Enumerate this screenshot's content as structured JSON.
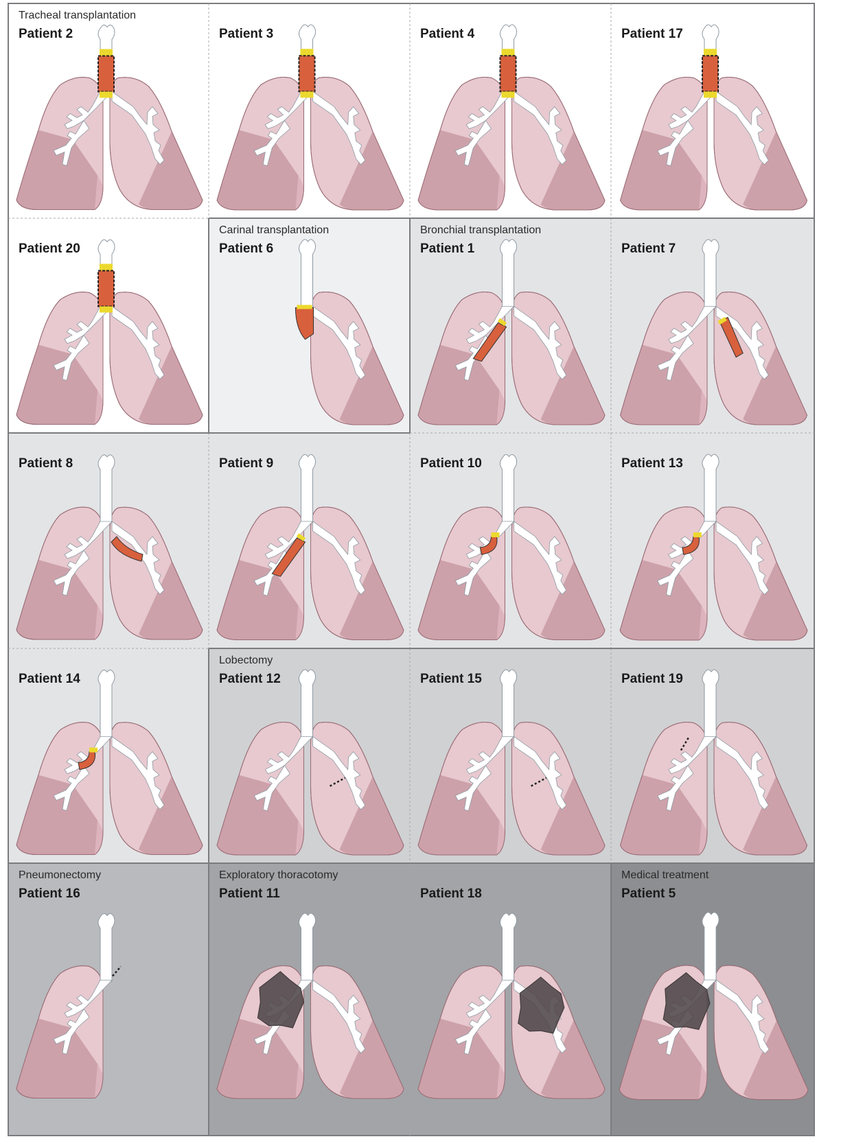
{
  "colors": {
    "background_tracheal": "#ffffff",
    "background_carinal": "#eff0f2",
    "background_bronchial": "#e3e4e6",
    "background_lobectomy": "#d0d1d3",
    "background_pneumonectomy": "#b8babd",
    "background_thoracotomy": "#a2a4a7",
    "background_medical": "#8c8e91",
    "lung_upper": "#e7c9cf",
    "lung_middle": "#ddb4bd",
    "lung_lower": "#cda1aa",
    "lung_outline": "#9a6c76",
    "airway": "#ffffff",
    "graft": "#d8603d",
    "anastomosis": "#ecd92e",
    "tumor": "#4f4649",
    "stapler_line": "#222222",
    "divider_solid": "#7a7c80",
    "divider_dashed": "#a8a8a8"
  },
  "panels": [
    {
      "group": "Tracheal transplantation",
      "patient": "Patient 2",
      "procedure": "tracheal"
    },
    {
      "group": "",
      "patient": "Patient 3",
      "procedure": "tracheal"
    },
    {
      "group": "",
      "patient": "Patient 4",
      "procedure": "tracheal"
    },
    {
      "group": "",
      "patient": "Patient 17",
      "procedure": "tracheal"
    },
    {
      "group": "",
      "patient": "Patient 20",
      "procedure": "tracheal"
    },
    {
      "group": "Carinal transplantation",
      "patient": "Patient 6",
      "procedure": "carinal"
    },
    {
      "group": "Bronchial transplantation",
      "patient": "Patient 1",
      "procedure": "bronchial-right-main"
    },
    {
      "group": "",
      "patient": "Patient 7",
      "procedure": "bronchial-left-main"
    },
    {
      "group": "",
      "patient": "Patient 8",
      "procedure": "bronchial-left-upper"
    },
    {
      "group": "",
      "patient": "Patient 9",
      "procedure": "bronchial-right-main"
    },
    {
      "group": "",
      "patient": "Patient 10",
      "procedure": "bronchial-right-upper"
    },
    {
      "group": "",
      "patient": "Patient 13",
      "procedure": "bronchial-right-upper"
    },
    {
      "group": "",
      "patient": "Patient 14",
      "procedure": "bronchial-right-upper"
    },
    {
      "group": "Lobectomy",
      "patient": "Patient 12",
      "procedure": "lobectomy-left-lower"
    },
    {
      "group": "",
      "patient": "Patient 15",
      "procedure": "lobectomy-left-lower"
    },
    {
      "group": "",
      "patient": "Patient 19",
      "procedure": "lobectomy-right-upper"
    },
    {
      "group": "Pneumonectomy",
      "patient": "Patient 16",
      "procedure": "pneumonectomy-left"
    },
    {
      "group": "Exploratory thoracotomy",
      "patient": "Patient 11",
      "procedure": "thoracotomy-right"
    },
    {
      "group": "",
      "patient": "Patient 18",
      "procedure": "thoracotomy-left"
    },
    {
      "group": "Medical treatment",
      "patient": "Patient 5",
      "procedure": "medical-right"
    }
  ]
}
